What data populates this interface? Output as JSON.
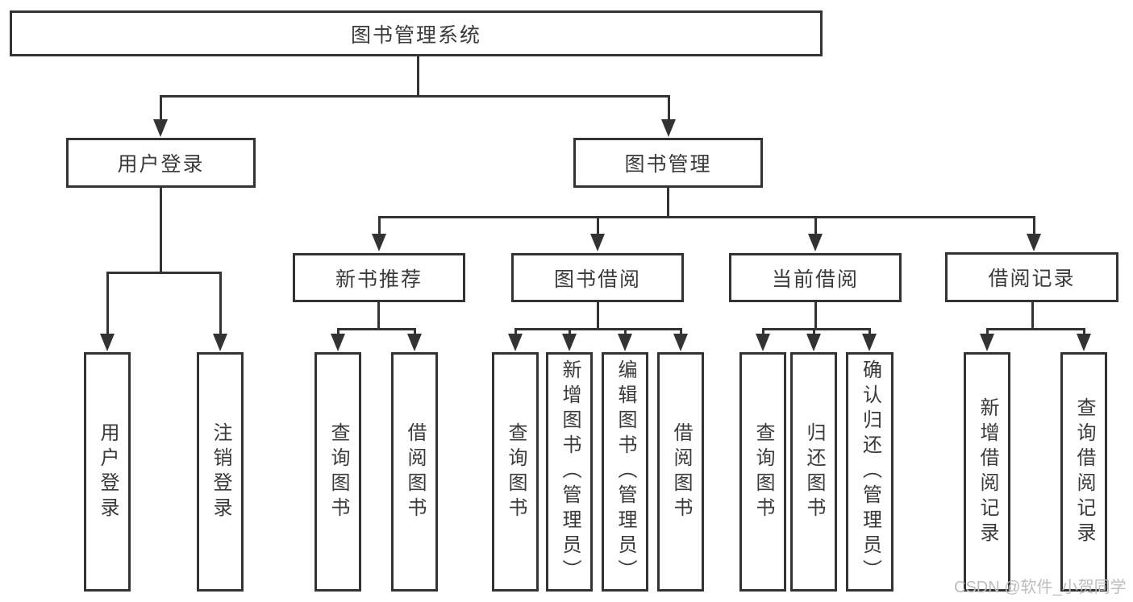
{
  "diagram": {
    "root": {
      "label": "图书管理系统"
    },
    "level1": {
      "login": {
        "label": "用户登录"
      },
      "manage": {
        "label": "图书管理"
      }
    },
    "level2": {
      "new_books": {
        "label": "新书推荐"
      },
      "borrowing": {
        "label": "图书借阅"
      },
      "current": {
        "label": "当前借阅"
      },
      "records": {
        "label": "借阅记录"
      }
    },
    "leaves": {
      "login": [
        "用户登录",
        "注销登录"
      ],
      "new_books": [
        "查询图书",
        "借阅图书"
      ],
      "borrowing": [
        "查询图书",
        "新增图书（管理员）",
        "编辑图书（管理员）",
        "借阅图书"
      ],
      "current": [
        "查询图书",
        "归还图书",
        "确认归还（管理员）"
      ],
      "records": [
        "新增借阅记录",
        "查询借阅记录"
      ]
    },
    "colors": {
      "line": "#333333",
      "text": "#3a3a3a",
      "border": "#333333"
    }
  },
  "watermark": {
    "text": "CSDN @软件_小贺同学",
    "color": "#bdbdbd"
  }
}
